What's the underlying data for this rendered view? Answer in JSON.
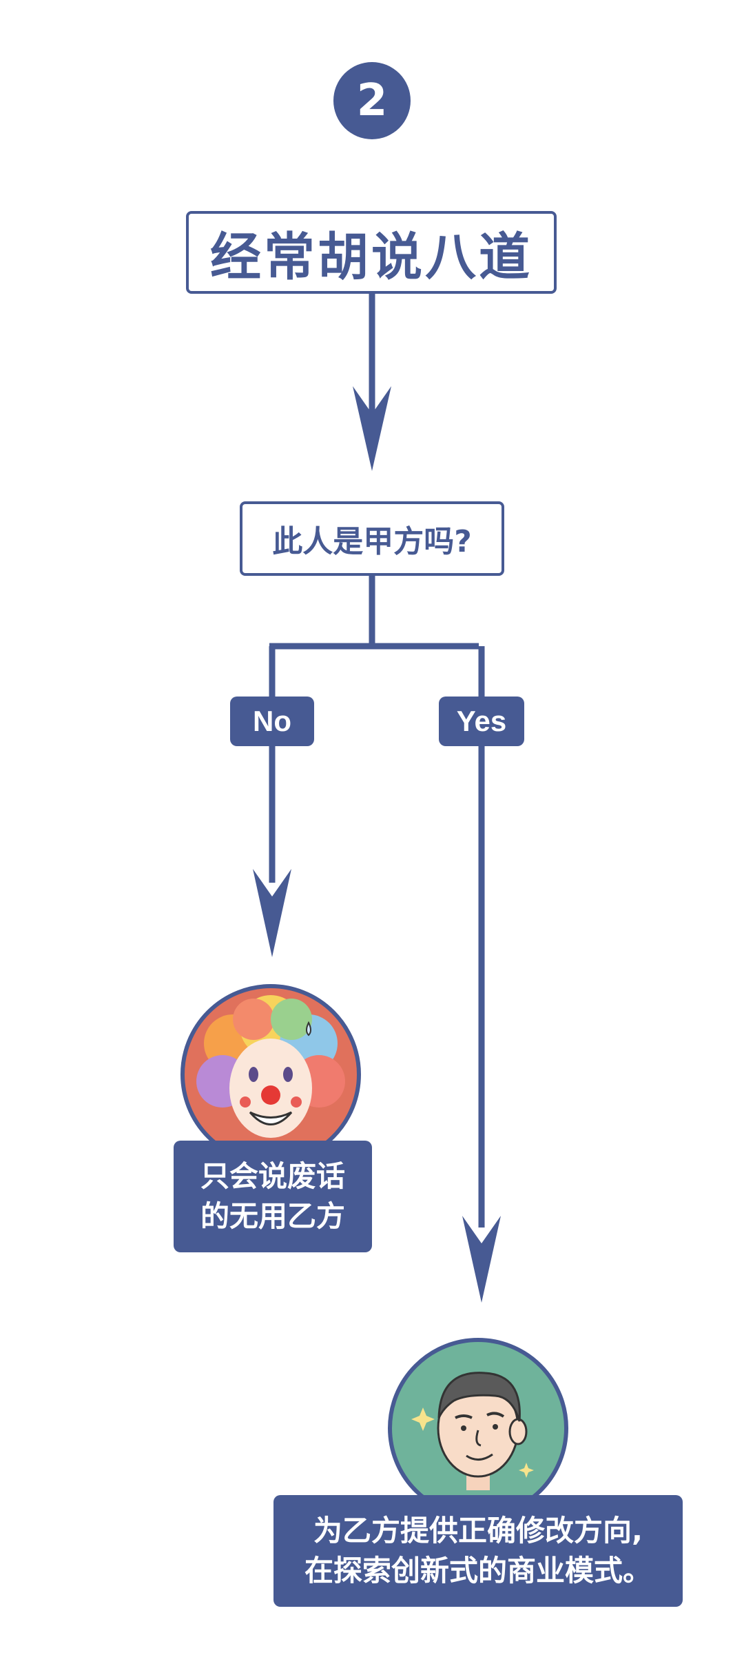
{
  "step": {
    "number": "2"
  },
  "title": "经常胡说八道",
  "question": "此人是甲方吗?",
  "branches": {
    "no": {
      "label": "No",
      "caption_line1": "只会说废话",
      "caption_line2": "的无用乙方",
      "avatar_icon": "clown-avatar-icon"
    },
    "yes": {
      "label": "Yes",
      "caption_line1": "为乙方提供正确修改方向,",
      "caption_line2": "在探索创新式的商业模式。",
      "avatar_icon": "man-avatar-icon"
    }
  },
  "colors": {
    "primary": "#475a93",
    "background": "#ffffff",
    "clown_bg": "#e0715c",
    "man_bg": "#6fb39b"
  }
}
